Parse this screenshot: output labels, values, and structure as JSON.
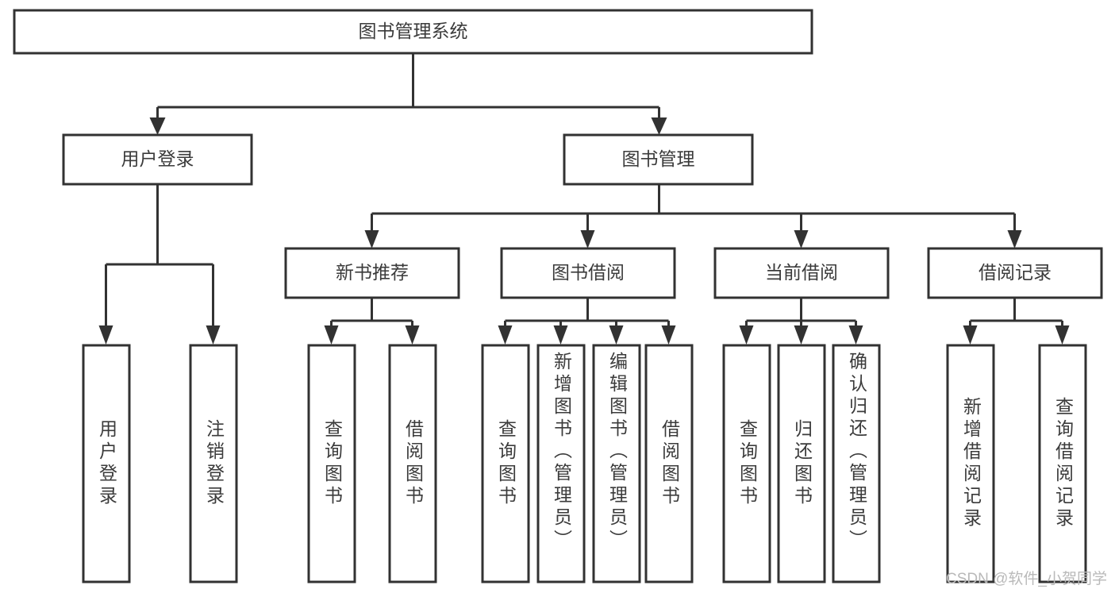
{
  "diagram": {
    "title": "图书管理系统",
    "type": "tree-hierarchy",
    "root": {
      "id": "root",
      "label": "图书管理系统",
      "orientation": "horizontal"
    },
    "level2": [
      {
        "id": "user-login",
        "label": "用户登录",
        "orientation": "horizontal"
      },
      {
        "id": "book-management",
        "label": "图书管理",
        "orientation": "horizontal"
      }
    ],
    "level3": [
      {
        "id": "new-book-recommend",
        "label": "新书推荐",
        "orientation": "horizontal",
        "parent": "book-management"
      },
      {
        "id": "book-borrow",
        "label": "图书借阅",
        "orientation": "horizontal",
        "parent": "book-management"
      },
      {
        "id": "current-borrow",
        "label": "当前借阅",
        "orientation": "horizontal",
        "parent": "book-management"
      },
      {
        "id": "borrow-record",
        "label": "借阅记录",
        "orientation": "horizontal",
        "parent": "book-management"
      }
    ],
    "leaves": [
      {
        "id": "leaf-user-login",
        "label": "用户登录",
        "parent": "user-login"
      },
      {
        "id": "leaf-logout-login",
        "label": "注销登录",
        "parent": "user-login"
      },
      {
        "id": "leaf-query-book-1",
        "label": "查询图书",
        "parent": "new-book-recommend"
      },
      {
        "id": "leaf-borrow-book-1",
        "label": "借阅图书",
        "parent": "new-book-recommend"
      },
      {
        "id": "leaf-query-book-2",
        "label": "查询图书",
        "parent": "book-borrow"
      },
      {
        "id": "leaf-add-book",
        "label": "新增图书（管理员）",
        "parent": "book-borrow"
      },
      {
        "id": "leaf-edit-book",
        "label": "编辑图书（管理员）",
        "parent": "book-borrow"
      },
      {
        "id": "leaf-borrow-book-2",
        "label": "借阅图书",
        "parent": "book-borrow"
      },
      {
        "id": "leaf-query-book-3",
        "label": "查询图书",
        "parent": "current-borrow"
      },
      {
        "id": "leaf-return-book",
        "label": "归还图书",
        "parent": "current-borrow"
      },
      {
        "id": "leaf-confirm-return",
        "label": "确认归还（管理员）",
        "parent": "current-borrow"
      },
      {
        "id": "leaf-add-record",
        "label": "新增借阅记录",
        "parent": "borrow-record"
      },
      {
        "id": "leaf-query-record",
        "label": "查询借阅记录",
        "parent": "borrow-record"
      }
    ],
    "colors": {
      "box_stroke": "#323232",
      "box_fill": "#ffffff",
      "text": "#3b3b3b",
      "connector": "#323232",
      "watermark": "#b9b9b9",
      "background": "#ffffff"
    }
  },
  "watermark": {
    "text": "CSDN @软件_小贺同学"
  }
}
